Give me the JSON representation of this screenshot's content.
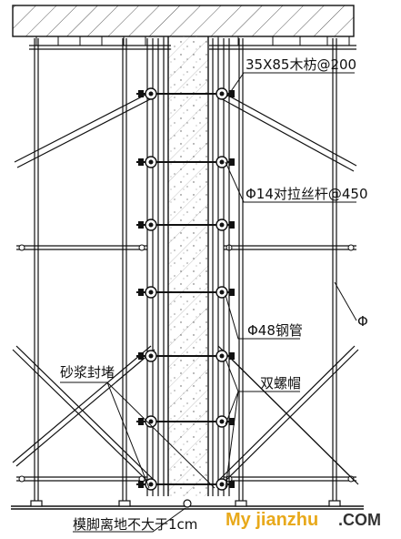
{
  "labels": {
    "plank": "35X85木枋@200",
    "tie_rod": "Φ14对拉丝杆@450",
    "pipe": "Φ48钢管",
    "double_nut": "双螺帽",
    "mortar_seal": "砂浆封堵",
    "gap_note": "模脚离地不大于1cm",
    "cut_char": "Φ"
  },
  "watermark": {
    "part1": "My jianzhu",
    "part2": ".COM",
    "color1": "#e8a91b",
    "color2": "#333333"
  }
}
